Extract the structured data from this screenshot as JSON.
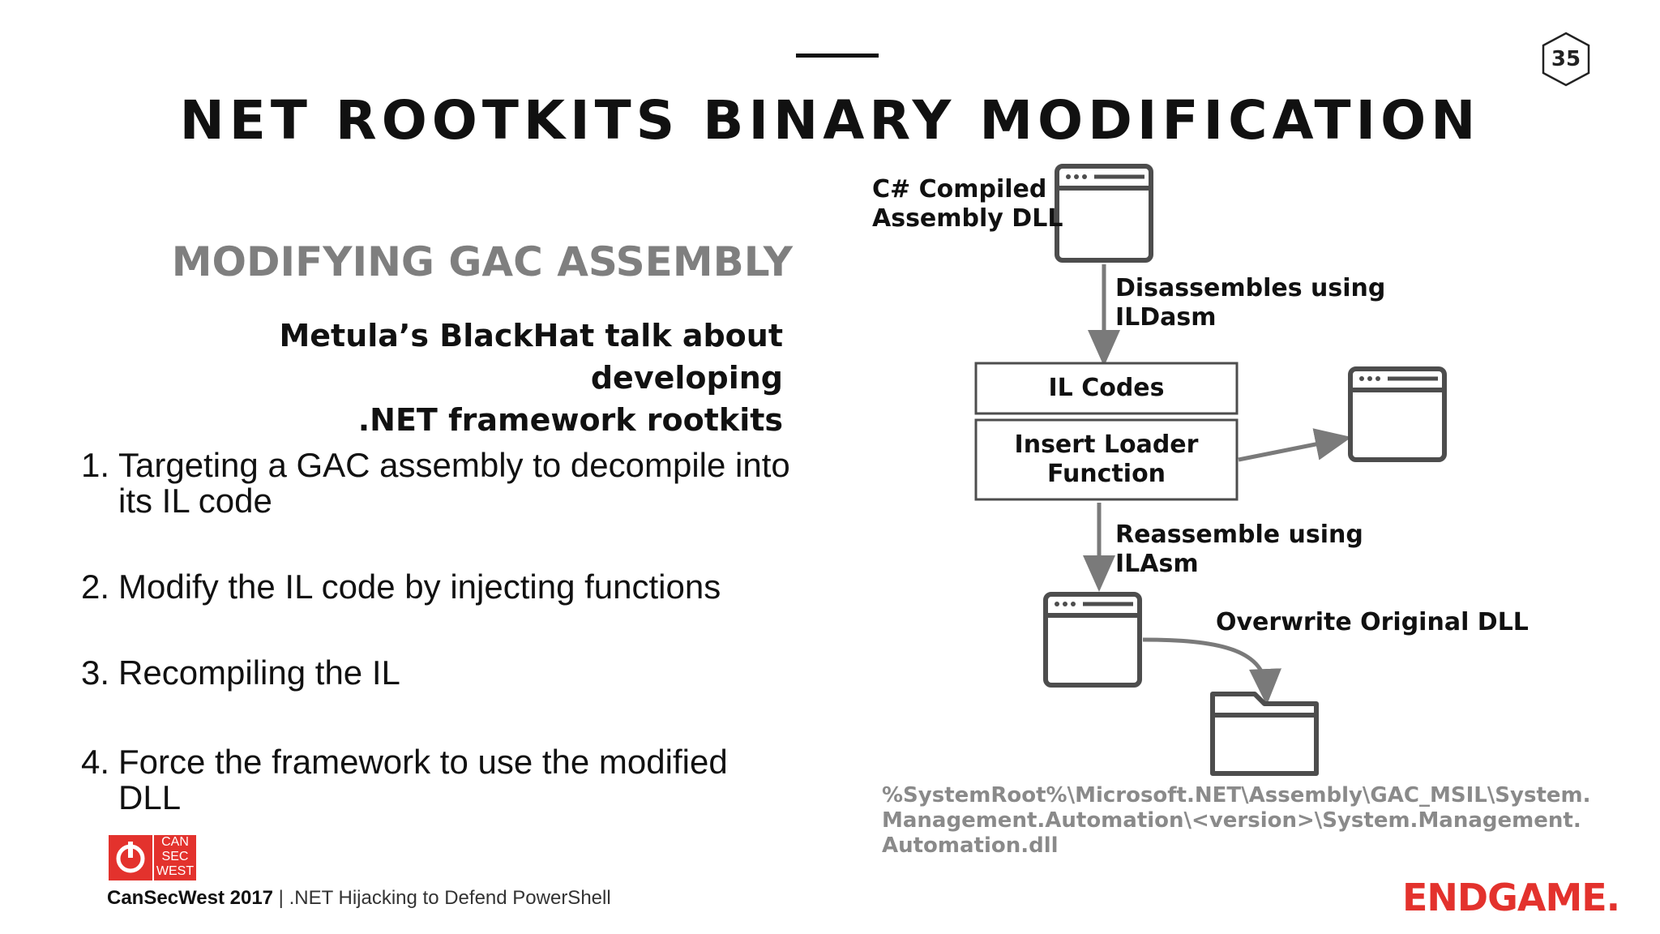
{
  "slide": {
    "page_number": "35",
    "title": "NET ROOTKITS BINARY MODIFICATION",
    "subtitle": "MODIFYING GAC ASSEMBLY",
    "intro_line1": "Metula’s BlackHat talk about developing",
    "intro_line2": ".NET framework rootkits",
    "steps": [
      {
        "num": "1.",
        "text": "Targeting a GAC assembly to decompile into its IL code"
      },
      {
        "num": "2.",
        "text": "Modify the IL code by injecting functions"
      },
      {
        "num": "3.",
        "text": "Recompiling the IL"
      },
      {
        "num": "4.",
        "text": "Force the framework to use the modified DLL"
      }
    ]
  },
  "diagram": {
    "compiled_label_1": "C# Compiled",
    "compiled_label_2": "Assembly DLL",
    "disassemble_label_1": "Disassembles using",
    "disassemble_label_2": "ILDasm",
    "il_codes": "IL Codes",
    "insert_loader_1": "Insert Loader",
    "insert_loader_2": "Function",
    "reassemble_label_1": "Reassemble using",
    "reassemble_label_2": "ILAsm",
    "overwrite_label": "Overwrite Original DLL",
    "path": "%SystemRoot%\\Microsoft.NET\\Assembly\\GAC_MSIL\\System.Management.Automation\\<version>\\System.Management.Automation.dll"
  },
  "footer": {
    "logo_text": [
      "CAN",
      "SEC",
      "WEST"
    ],
    "event": "CanSecWest 2017",
    "separator": " | ",
    "talk": ".NET Hijacking to Defend PowerShell",
    "brand": "ENDGAME."
  },
  "colors": {
    "accent_red": "#e3322d",
    "diagram_gray": "#4d4d4d",
    "arrow_gray": "#7a7a7a",
    "subtitle_gray": "#7f7f7f"
  }
}
